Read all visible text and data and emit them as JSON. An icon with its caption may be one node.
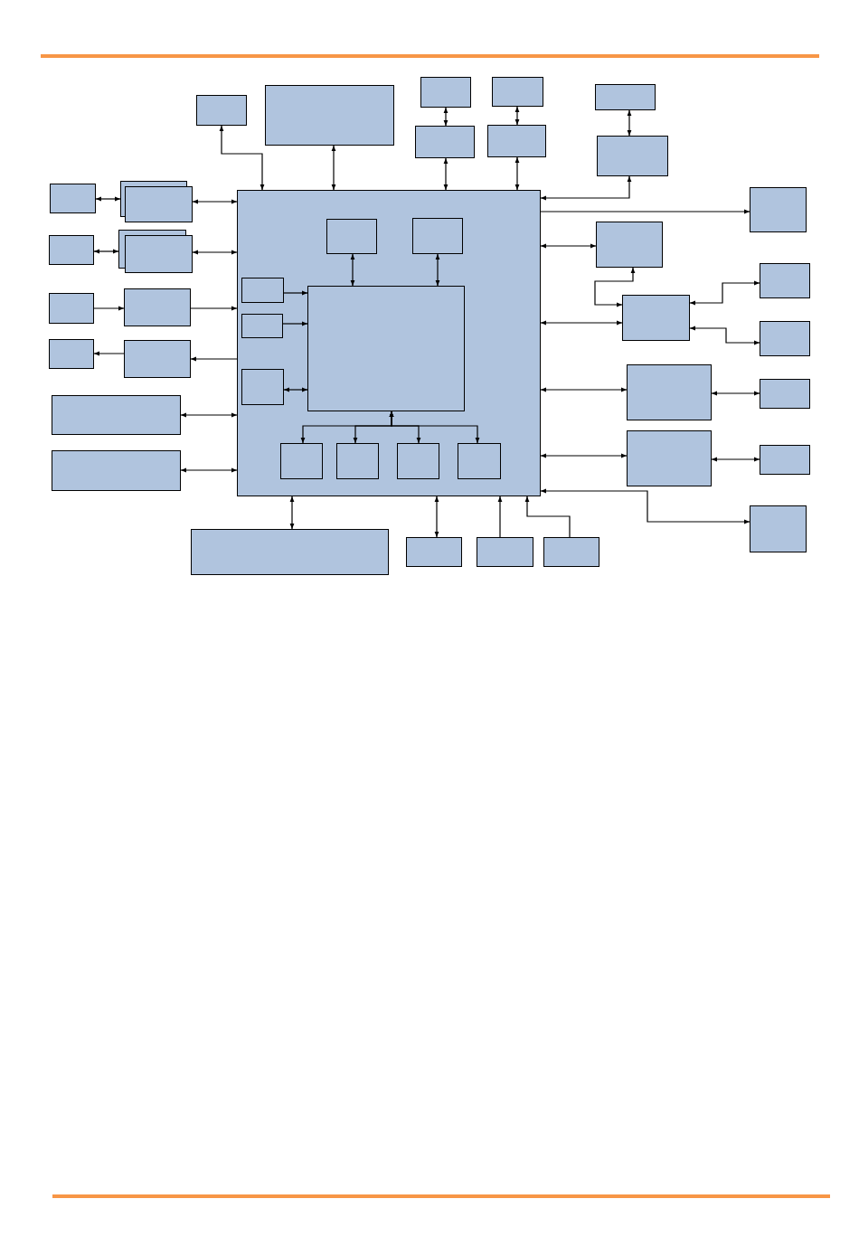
{
  "diagram": {
    "nodes": [
      {
        "text": [],
        "shape": "box"
      },
      {
        "text": [],
        "shape": "box",
        "in": 0
      },
      {
        "text": [],
        "shape": "box",
        "in": 0
      },
      {
        "text": [],
        "shape": "box",
        "in": 0
      },
      {
        "text": [],
        "shape": "box",
        "in": 0
      },
      {
        "text": [],
        "shape": "box",
        "in": 0
      },
      {
        "text": [],
        "shape": "box",
        "in": 0
      },
      {
        "text": [],
        "shape": "box",
        "in": 0
      },
      {
        "text": [],
        "shape": "box",
        "in": 0
      },
      {
        "text": [],
        "shape": "box",
        "in": 0
      },
      {
        "text": [],
        "shape": "box",
        "in": 0
      },
      {
        "text": [],
        "shape": "box"
      },
      {
        "text": [],
        "shape": "box"
      },
      {
        "text": [],
        "shape": "box"
      },
      {
        "text": [],
        "shape": "box"
      },
      {
        "text": [],
        "shape": "box"
      },
      {
        "text": [],
        "shape": "box"
      },
      {
        "text": [],
        "shape": "box"
      },
      {
        "text": [],
        "shape": "box"
      },
      {
        "text": [],
        "shape": "box"
      },
      {
        "text": [],
        "shape": "box"
      },
      {
        "text": [],
        "shape": "box"
      },
      {
        "text": [],
        "shape": "box"
      },
      {
        "text": [],
        "shape": "box"
      },
      {
        "text": [],
        "shape": "box"
      },
      {
        "text": [],
        "shape": "box"
      },
      {
        "text": [],
        "shape": "box"
      },
      {
        "text": [],
        "shape": "box"
      },
      {
        "text": [],
        "shape": "box"
      },
      {
        "text": [],
        "shape": "box"
      },
      {
        "text": [],
        "shape": "box"
      },
      {
        "text": [],
        "shape": "box"
      },
      {
        "text": [],
        "shape": "box"
      },
      {
        "text": [],
        "shape": "box"
      },
      {
        "text": [],
        "shape": "box"
      },
      {
        "text": [],
        "shape": "box"
      },
      {
        "text": [],
        "shape": "box"
      },
      {
        "text": [],
        "shape": "box"
      },
      {
        "text": [],
        "shape": "box"
      },
      {
        "text": [],
        "shape": "box"
      },
      {
        "text": [],
        "shape": "box"
      },
      {
        "text": [],
        "shape": "box"
      },
      {
        "text": [],
        "shape": "box"
      }
    ],
    "edges": [
      {
        "from": 0,
        "to": 11,
        "arrow": "both"
      },
      {
        "from": 12,
        "to": 0,
        "arrow": "both"
      },
      {
        "from": 13,
        "to": 14,
        "arrow": "both"
      },
      {
        "from": 14,
        "to": 0,
        "arrow": "both"
      },
      {
        "from": 15,
        "to": 16,
        "arrow": "both"
      },
      {
        "from": 16,
        "to": 0,
        "arrow": "both"
      },
      {
        "from": 17,
        "to": 18,
        "arrow": "both"
      },
      {
        "from": 18,
        "to": 0,
        "arrow": "both"
      },
      {
        "from": 0,
        "to": 19,
        "arrow": "to"
      },
      {
        "from": 20,
        "to": 21,
        "arrow": "both"
      },
      {
        "from": 21,
        "to": 0,
        "arrow": "both"
      },
      {
        "from": 22,
        "to": 23,
        "arrow": "both"
      },
      {
        "from": 23,
        "to": 0,
        "arrow": "both"
      },
      {
        "from": 24,
        "to": 25,
        "arrow": "to"
      },
      {
        "from": 25,
        "to": 0,
        "arrow": "to"
      },
      {
        "from": 0,
        "to": 27,
        "arrow": "to"
      },
      {
        "from": 27,
        "to": 26,
        "arrow": "to"
      },
      {
        "from": 28,
        "to": 0,
        "arrow": "both"
      },
      {
        "from": 29,
        "to": 0,
        "arrow": "both"
      },
      {
        "from": 1,
        "to": 6,
        "arrow": "both"
      },
      {
        "from": 2,
        "to": 6,
        "arrow": "both"
      },
      {
        "from": 3,
        "to": 6,
        "arrow": "to"
      },
      {
        "from": 4,
        "to": 6,
        "arrow": "to"
      },
      {
        "from": 5,
        "to": 6,
        "arrow": "both"
      },
      {
        "from": 6,
        "to": 7,
        "arrow": "both"
      },
      {
        "from": 6,
        "to": 8,
        "arrow": "both"
      },
      {
        "from": 6,
        "to": 9,
        "arrow": "both"
      },
      {
        "from": 6,
        "to": 10,
        "arrow": "both"
      },
      {
        "from": 0,
        "to": 30,
        "arrow": "both"
      },
      {
        "from": 31,
        "to": 30,
        "arrow": "both"
      },
      {
        "from": 0,
        "to": 31,
        "arrow": "both"
      },
      {
        "from": 31,
        "to": 32,
        "arrow": "both"
      },
      {
        "from": 31,
        "to": 33,
        "arrow": "both"
      },
      {
        "from": 0,
        "to": 34,
        "arrow": "both"
      },
      {
        "from": 34,
        "to": 35,
        "arrow": "both"
      },
      {
        "from": 0,
        "to": 36,
        "arrow": "both"
      },
      {
        "from": 36,
        "to": 37,
        "arrow": "both"
      },
      {
        "from": 0,
        "to": 38,
        "arrow": "both"
      },
      {
        "from": 39,
        "to": 0,
        "arrow": "both"
      },
      {
        "from": 40,
        "to": 0,
        "arrow": "both"
      },
      {
        "from": 41,
        "to": 0,
        "arrow": "to"
      },
      {
        "from": 42,
        "to": 0,
        "arrow": "to"
      }
    ]
  }
}
